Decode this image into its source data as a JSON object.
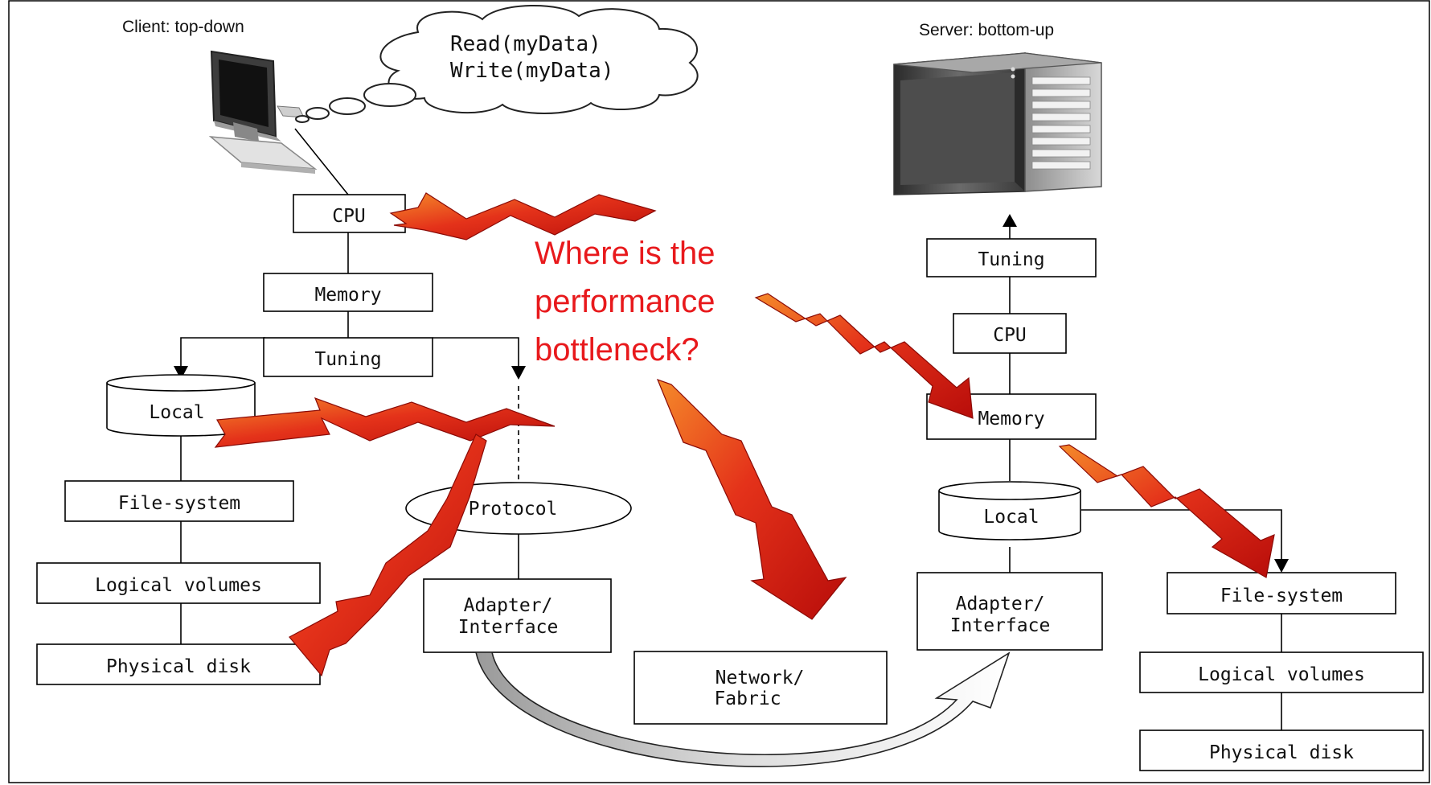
{
  "client": {
    "caption": "Client: top-down",
    "thought": {
      "line1": "Read(myData)",
      "line2": "Write(myData)"
    },
    "cpu": "CPU",
    "memory": "Memory",
    "tuning": "Tuning",
    "local": "Local",
    "file_system": "File-system",
    "logical_volumes": "Logical volumes",
    "physical_disk": "Physical disk",
    "protocol": "Protocol",
    "adapter_line1": "Adapter/",
    "adapter_line2": "Interface"
  },
  "network": {
    "line1": "Network/",
    "line2": "Fabric"
  },
  "server": {
    "caption": "Server: bottom-up",
    "tuning": "Tuning",
    "cpu": "CPU",
    "memory": "Memory",
    "local": "Local",
    "adapter_line1": "Adapter/",
    "adapter_line2": "Interface",
    "file_system": "File-system",
    "logical_volumes": "Logical volumes",
    "physical_disk": "Physical disk"
  },
  "question": {
    "line1": "Where is the",
    "line2": "performance",
    "line3": "bottleneck?",
    "color": "#e8191c"
  },
  "colors": {
    "bolt_dark": "#c4100c",
    "bolt_light": "#f06a1a",
    "line": "#000000"
  }
}
